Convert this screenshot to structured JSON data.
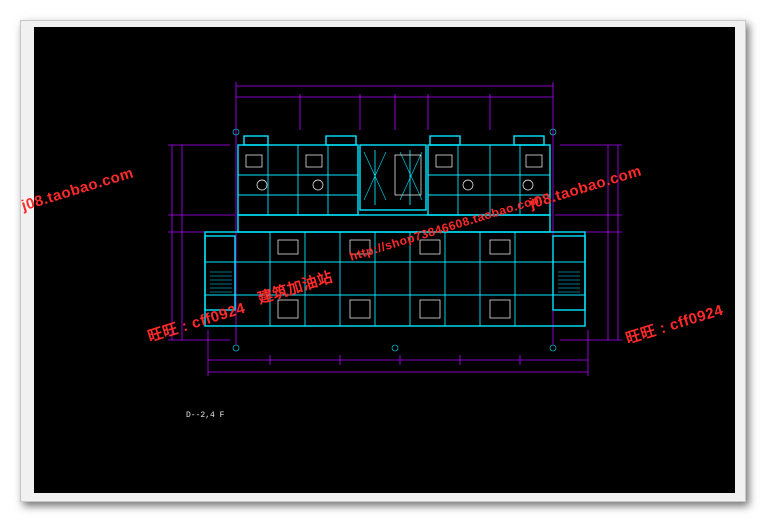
{
  "drawing": {
    "caption": "D--2,4 F",
    "colors": {
      "background": "#000000",
      "walls": "#00e5ff",
      "dimension_lines": "#b000ff",
      "fixtures": "#ffffff",
      "watermark": "#ff2a2a"
    }
  },
  "watermarks": {
    "left_url": "j08.taobao.com",
    "right_url": "j08.taobao.com",
    "center_url": "http://shop73846608.taobao.com",
    "center_site": "建筑加油站",
    "wangwang_left": "旺旺 : cff0924",
    "wangwang_right": "旺旺 : cff0924"
  }
}
